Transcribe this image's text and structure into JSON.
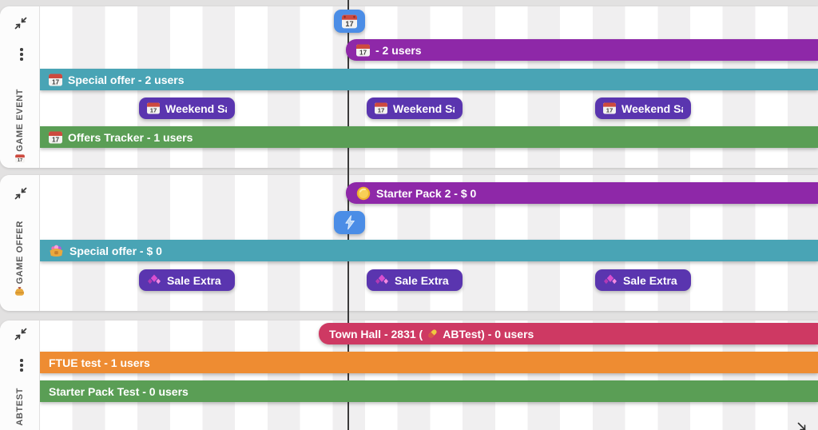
{
  "palette": {
    "page_bg": "#e2e1e1",
    "panel_bg": "#ffffff",
    "stripe_alt": "#f0eff0",
    "now_line": "#3a3a3a",
    "milestone_blue": "#4b8de6",
    "bright_purple": "#8e28a8",
    "deep_purple": "#5a35af",
    "teal": "#49a4b5",
    "green": "#5a9e55",
    "orange": "#ee8c32",
    "crimson": "#ce3963"
  },
  "sections": [
    {
      "title": "GAME EVENT",
      "title_icon": "calendar-icon",
      "milestone": {
        "icon": "calendar-icon",
        "color": "#4b8de6"
      },
      "bars": {
        "untitled": {
          "label": "- 2 users",
          "icon": "calendar-icon",
          "color": "#8e28a8"
        },
        "special": {
          "label": "Special offer - 2 users",
          "icon": "calendar-icon",
          "color": "#49a4b5"
        },
        "weekend_color": "#5a35af",
        "weekend_icon": "calendar-icon",
        "weekend": [
          {
            "label": "Weekend Sa"
          },
          {
            "label": "Weekend Sa"
          },
          {
            "label": "Weekend Sa"
          }
        ],
        "tracker": {
          "label": "Offers Tracker - 1 users",
          "icon": "calendar-icon",
          "color": "#5a9e55"
        }
      }
    },
    {
      "title": "GAME OFFER",
      "title_icon": "moneybag-icon",
      "milestone": {
        "icon": "lightning-icon",
        "color": "#4b8de6"
      },
      "bars": {
        "starter": {
          "label": "Starter Pack 2 - $ 0",
          "icon": "coin-icon",
          "color": "#8e28a8"
        },
        "special": {
          "label": "Special offer - $ 0",
          "icon": "treasure-icon",
          "color": "#49a4b5"
        },
        "sale_color": "#5a35af",
        "sale_icon": "gems-icon",
        "sale": [
          {
            "label": "Sale Extra"
          },
          {
            "label": "Sale Extra"
          },
          {
            "label": "Sale Extra"
          }
        ]
      }
    },
    {
      "title": "ABTEST",
      "title_icon": "pill-icon",
      "bars": {
        "townhall": {
          "label_pre": "Town Hall - 2831 (",
          "label_post": "ABTest) - 0 users",
          "icon": "pill-icon",
          "color": "#ce3963"
        },
        "ftue": {
          "label": "FTUE test - 1 users",
          "color": "#ee8c32"
        },
        "starter_test": {
          "label": "Starter Pack Test - 0 users",
          "color": "#5a9e55"
        }
      }
    }
  ]
}
